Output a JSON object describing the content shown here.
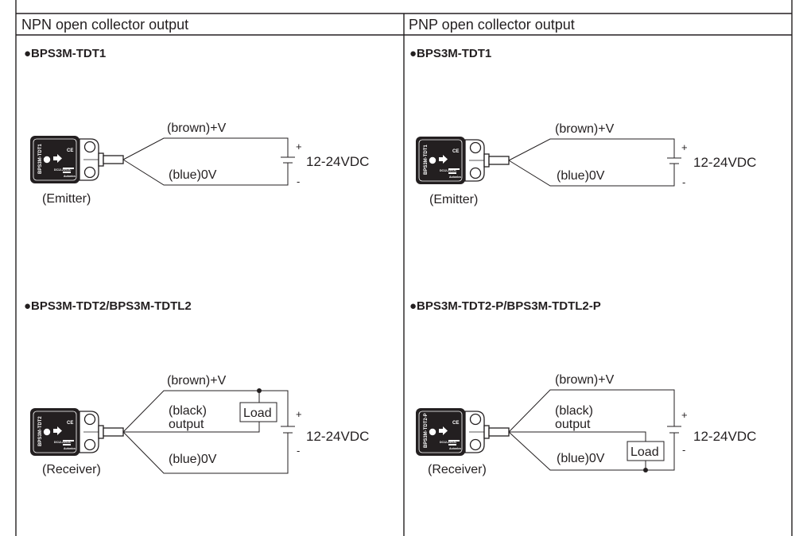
{
  "columns": [
    {
      "header": "NPN open collector output",
      "emitter": {
        "title": "●BPS3M-TDT1",
        "sensor_label": "(Emitter)",
        "wires": {
          "brown": "(brown)+V",
          "blue": "(blue)0V"
        },
        "supply": {
          "voltage": "12-24VDC",
          "plus": "+",
          "minus": "-"
        }
      },
      "receiver": {
        "title": "●BPS3M-TDT2/BPS3M-TDTL2",
        "sensor_label": "(Receiver)",
        "wires": {
          "brown": "(brown)+V",
          "black_1": "(black)",
          "black_2": "output",
          "blue": "(blue)0V"
        },
        "load": "Load",
        "supply": {
          "voltage": "12-24VDC",
          "plus": "+",
          "minus": "-"
        }
      }
    },
    {
      "header": "PNP open collector output",
      "emitter": {
        "title": "●BPS3M-TDT1",
        "sensor_label": "(Emitter)",
        "wires": {
          "brown": "(brown)+V",
          "blue": "(blue)0V"
        },
        "supply": {
          "voltage": "12-24VDC",
          "plus": "+",
          "minus": "-"
        }
      },
      "receiver": {
        "title": "●BPS3M-TDT2-P/BPS3M-TDTL2-P",
        "sensor_label": "(Receiver)",
        "wires": {
          "brown": "(brown)+V",
          "black_1": "(black)",
          "black_2": "output",
          "blue": "(blue)0V"
        },
        "load": "Load",
        "supply": {
          "voltage": "12-24VDC",
          "plus": "+",
          "minus": "-"
        }
      }
    }
  ],
  "sensor_face": {
    "emitter_model": "BPS3M-TDT1",
    "receiver_model_npn": "BPS3M-TDT2",
    "receiver_model_pnp": "BPS3M-TDT2-P",
    "rating": "DC12-24VDC",
    "mark": "CE",
    "brand": "Autonics"
  },
  "colors": {
    "line": "#231f20",
    "sensor_body": "#231f20",
    "background": "#ffffff"
  }
}
